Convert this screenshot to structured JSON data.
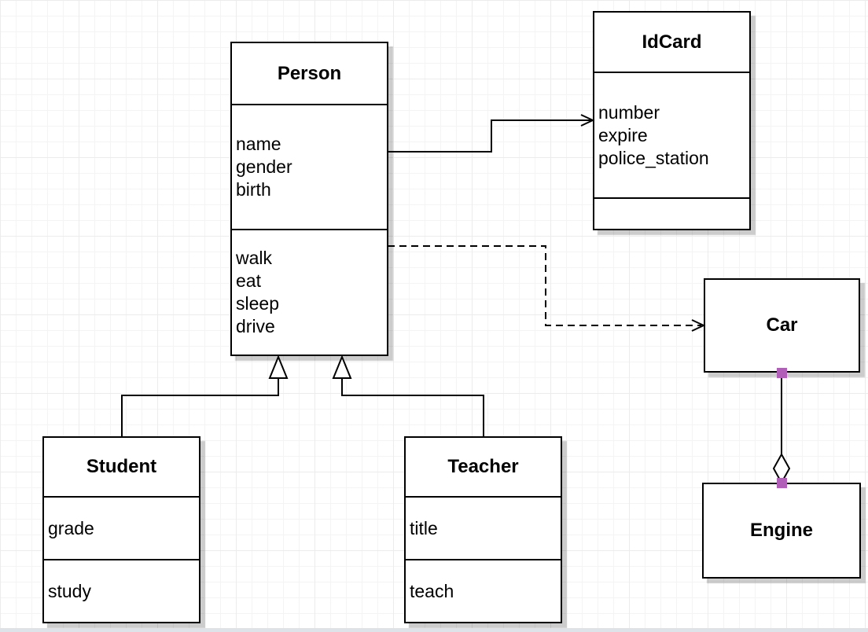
{
  "diagram": {
    "type": "uml-class-diagram",
    "classes": {
      "person": {
        "name": "Person",
        "attributes": [
          "name",
          "gender",
          "birth"
        ],
        "methods": [
          "walk",
          "eat",
          "sleep",
          "drive"
        ]
      },
      "idcard": {
        "name": "IdCard",
        "attributes": [
          "number",
          "expire",
          "police_station"
        ],
        "methods": []
      },
      "car": {
        "name": "Car",
        "attributes": [],
        "methods": []
      },
      "engine": {
        "name": "Engine",
        "attributes": [],
        "methods": []
      },
      "student": {
        "name": "Student",
        "attributes": [
          "grade"
        ],
        "methods": [
          "study"
        ]
      },
      "teacher": {
        "name": "Teacher",
        "attributes": [
          "title"
        ],
        "methods": [
          "teach"
        ]
      }
    },
    "relationships": [
      {
        "from": "Person",
        "to": "IdCard",
        "type": "association",
        "line": "solid",
        "arrow": "open"
      },
      {
        "from": "Person",
        "to": "Car",
        "type": "dependency",
        "line": "dashed",
        "arrow": "open"
      },
      {
        "from": "Student",
        "to": "Person",
        "type": "inheritance",
        "line": "solid",
        "arrow": "hollow-triangle"
      },
      {
        "from": "Teacher",
        "to": "Person",
        "type": "inheritance",
        "line": "solid",
        "arrow": "hollow-triangle"
      },
      {
        "from": "Car",
        "to": "Engine",
        "type": "aggregation",
        "line": "solid",
        "arrow": "hollow-diamond",
        "selected": true
      }
    ],
    "colors": {
      "selection_handle": "#b15eb8",
      "box_border": "#000000",
      "box_fill": "#ffffff",
      "shadow": "rgba(0,0,0,0.20)",
      "grid_line_minor": "#f4f4f4",
      "grid_line_major": "#ececec",
      "background": "#ffffff"
    }
  }
}
